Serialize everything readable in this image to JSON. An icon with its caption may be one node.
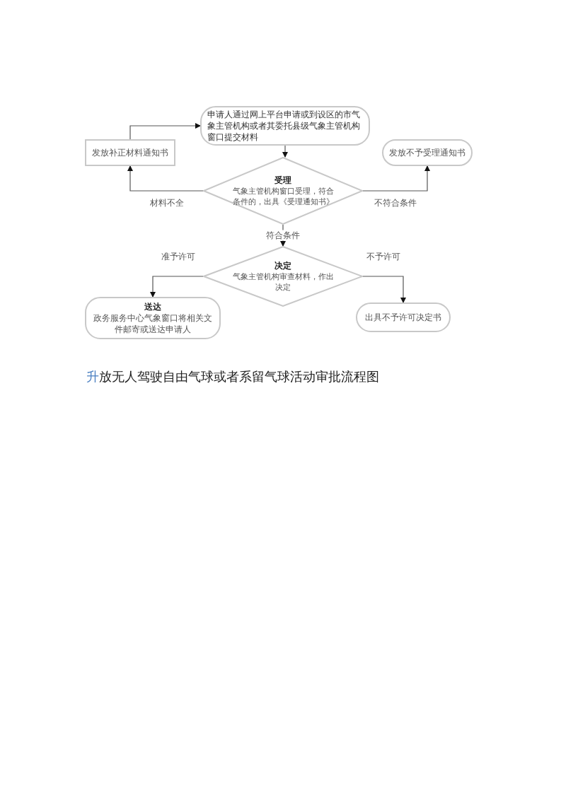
{
  "diagram": {
    "caption": "升放无人驾驶自由气球或者系留气球活动审批流程图",
    "nodes": [
      {
        "text": [
          "申请人通过网上平台申请或到设区的市气象主管机构或者其委托县级气象主管机构窗口提交材料"
        ]
      },
      {
        "text": [
          "发放补正材料通知书"
        ]
      },
      {
        "text": [
          "发放不予受理通知书"
        ]
      },
      {
        "text": [
          "受理",
          "气象主管机构窗口受理，符合条件的，出具《受理通知书》"
        ]
      },
      {
        "text": [
          "决定",
          "气象主管机构审查材料，作出决定"
        ]
      },
      {
        "text": [
          "送达",
          "政务服务中心气象窗口将相关文件邮寄或送达申请人"
        ]
      },
      {
        "text": [
          "出具不予许可决定书"
        ]
      }
    ],
    "edges": [
      {
        "from": 0,
        "to": 3,
        "arrow": "to"
      },
      {
        "from": 3,
        "to": 1,
        "arrow": "to",
        "label": "材料不全"
      },
      {
        "from": 1,
        "to": 0,
        "arrow": "to"
      },
      {
        "from": 3,
        "to": 2,
        "arrow": "to",
        "label": "不符合条件"
      },
      {
        "from": 3,
        "to": 4,
        "arrow": "to",
        "label": "符合条件"
      },
      {
        "from": 4,
        "to": 5,
        "arrow": "to",
        "label": "准予许可"
      },
      {
        "from": 4,
        "to": 6,
        "arrow": "to",
        "label": "不予许可"
      }
    ]
  }
}
